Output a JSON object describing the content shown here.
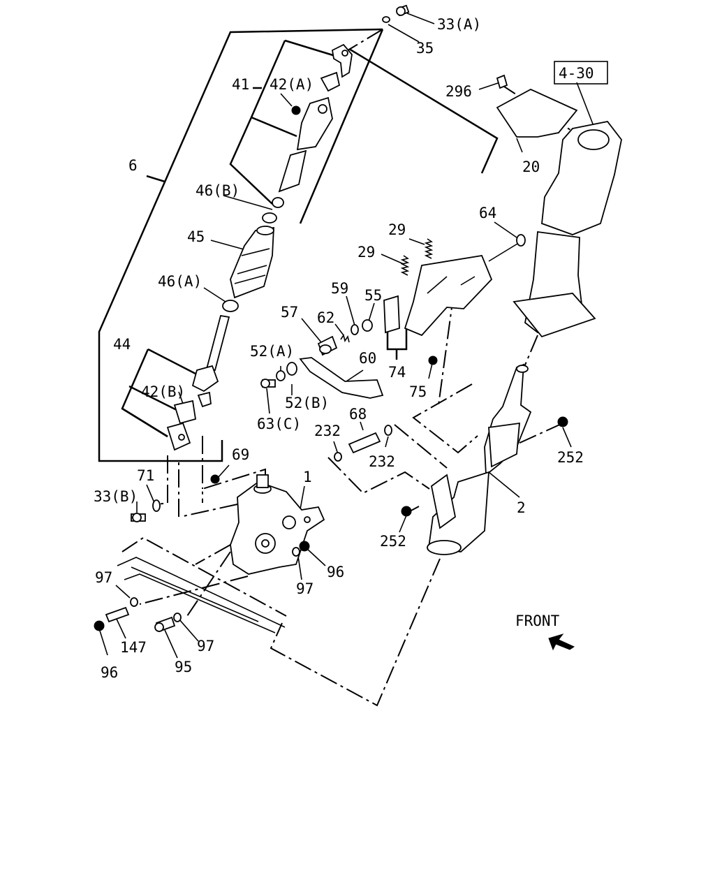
{
  "diagram": {
    "reference_box": "4-30",
    "front_label": "FRONT",
    "callouts": {
      "c33a": "33(A)",
      "c35": "35",
      "c296": "296",
      "c41": "41",
      "c42a": "42(A)",
      "c6": "6",
      "c20": "20",
      "c46b": "46(B)",
      "c64": "64",
      "c45": "45",
      "c29top": "29",
      "c29left": "29",
      "c46a": "46(A)",
      "c59": "59",
      "c55": "55",
      "c57": "57",
      "c62": "62",
      "c44": "44",
      "c52a": "52(A)",
      "c60": "60",
      "c74": "74",
      "c42b": "42(B)",
      "c75": "75",
      "c52b": "52(B)",
      "c63c": "63(C)",
      "c68": "68",
      "c232a": "232",
      "c232b": "232",
      "c252right": "252",
      "c69": "69",
      "c1": "1",
      "c71": "71",
      "c33b": "33(B)",
      "c2": "2",
      "c252bottom": "252",
      "c97a": "97",
      "c96right": "96",
      "c97b": "97",
      "c147": "147",
      "c97c": "97",
      "c96left": "96",
      "c95": "95"
    }
  }
}
